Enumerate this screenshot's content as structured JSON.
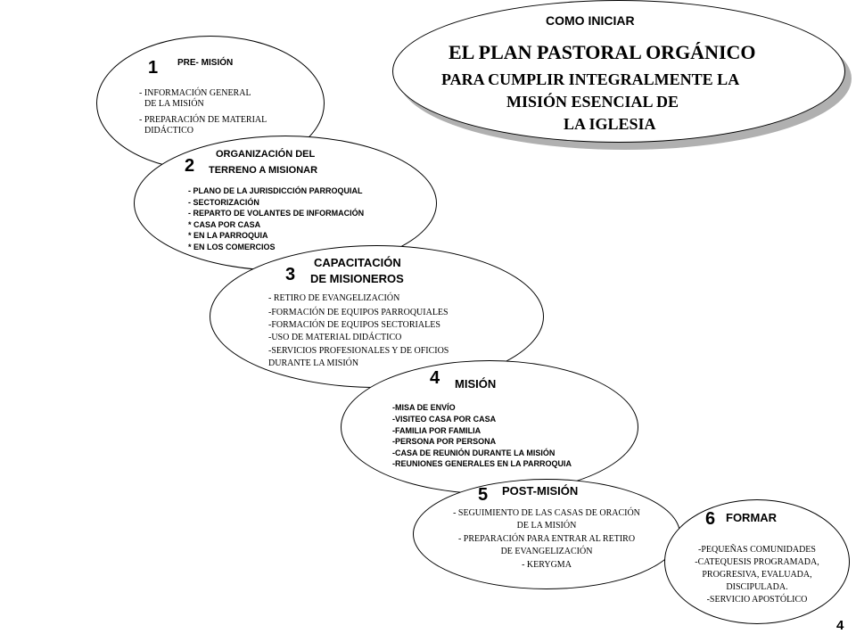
{
  "title_card": {
    "top": "COMO INICIAR",
    "line1": "EL PLAN PASTORAL ORGÁNICO",
    "line2": "PARA CUMPLIR INTEGRALMENTE LA",
    "line3": "MISIÓN  ESENCIAL DE",
    "line4": "LA IGLESIA"
  },
  "steps": [
    {
      "number": "1",
      "title": [
        "PRE- MISIÓN"
      ],
      "items": [
        "- INFORMACIÓN GENERAL",
        "  DE LA MISIÓN",
        "- PREPARACIÓN DE MATERIAL",
        "  DIDÁCTICO"
      ]
    },
    {
      "number": "2",
      "title": [
        "ORGANIZACIÓN  DEL",
        "TERRENO  A MISIONAR"
      ],
      "items": [
        "- PLANO DE LA JURISDICCIÓN PARROQUIAL",
        "- SECTORIZACIÓN",
        "- REPARTO DE VOLANTES DE INFORMACIÓN",
        "   * CASA POR CASA",
        "   * EN LA PARROQUIA",
        "   * EN LOS COMERCIOS"
      ]
    },
    {
      "number": "3",
      "title": [
        "CAPACITACIÓN",
        "DE MISIONEROS"
      ],
      "items": [
        "- RETIRO DE EVANGELIZACIÓN",
        "-FORMACIÓN DE EQUIPOS PARROQUIALES",
        "-FORMACIÓN DE EQUIPOS SECTORIALES",
        "-USO DE MATERIAL DIDÁCTICO",
        "-SERVICIOS PROFESIONALES Y DE OFICIOS",
        "  DURANTE LA MISIÓN"
      ]
    },
    {
      "number": "4",
      "title": [
        "MISIÓN"
      ],
      "items": [
        "-MISA DE ENVÍO",
        "-VISITEO CASA POR CASA",
        "-FAMILIA POR FAMILIA",
        "-PERSONA POR PERSONA",
        "-CASA DE REUNIÓN DURANTE LA MISIÓN",
        "-REUNIONES GENERALES EN LA PARROQUIA"
      ]
    },
    {
      "number": "5",
      "title": [
        "POST-MISIÓN"
      ],
      "items": [
        "- SEGUIMIENTO DE LAS CASAS DE ORACIÓN",
        "DE LA MISIÓN",
        "- PREPARACIÓN PARA ENTRAR AL RETIRO",
        "DE EVANGELIZACIÓN",
        "- KERYGMA"
      ]
    },
    {
      "number": "6",
      "title": [
        "FORMAR"
      ],
      "items": [
        "-PEQUEÑAS COMUNIDADES",
        "-CATEQUESIS PROGRAMADA,",
        "PROGRESIVA, EVALUADA,",
        "DISCIPULADA.",
        "-SERVICIO APOSTÓLICO"
      ]
    }
  ],
  "page_number": "4"
}
